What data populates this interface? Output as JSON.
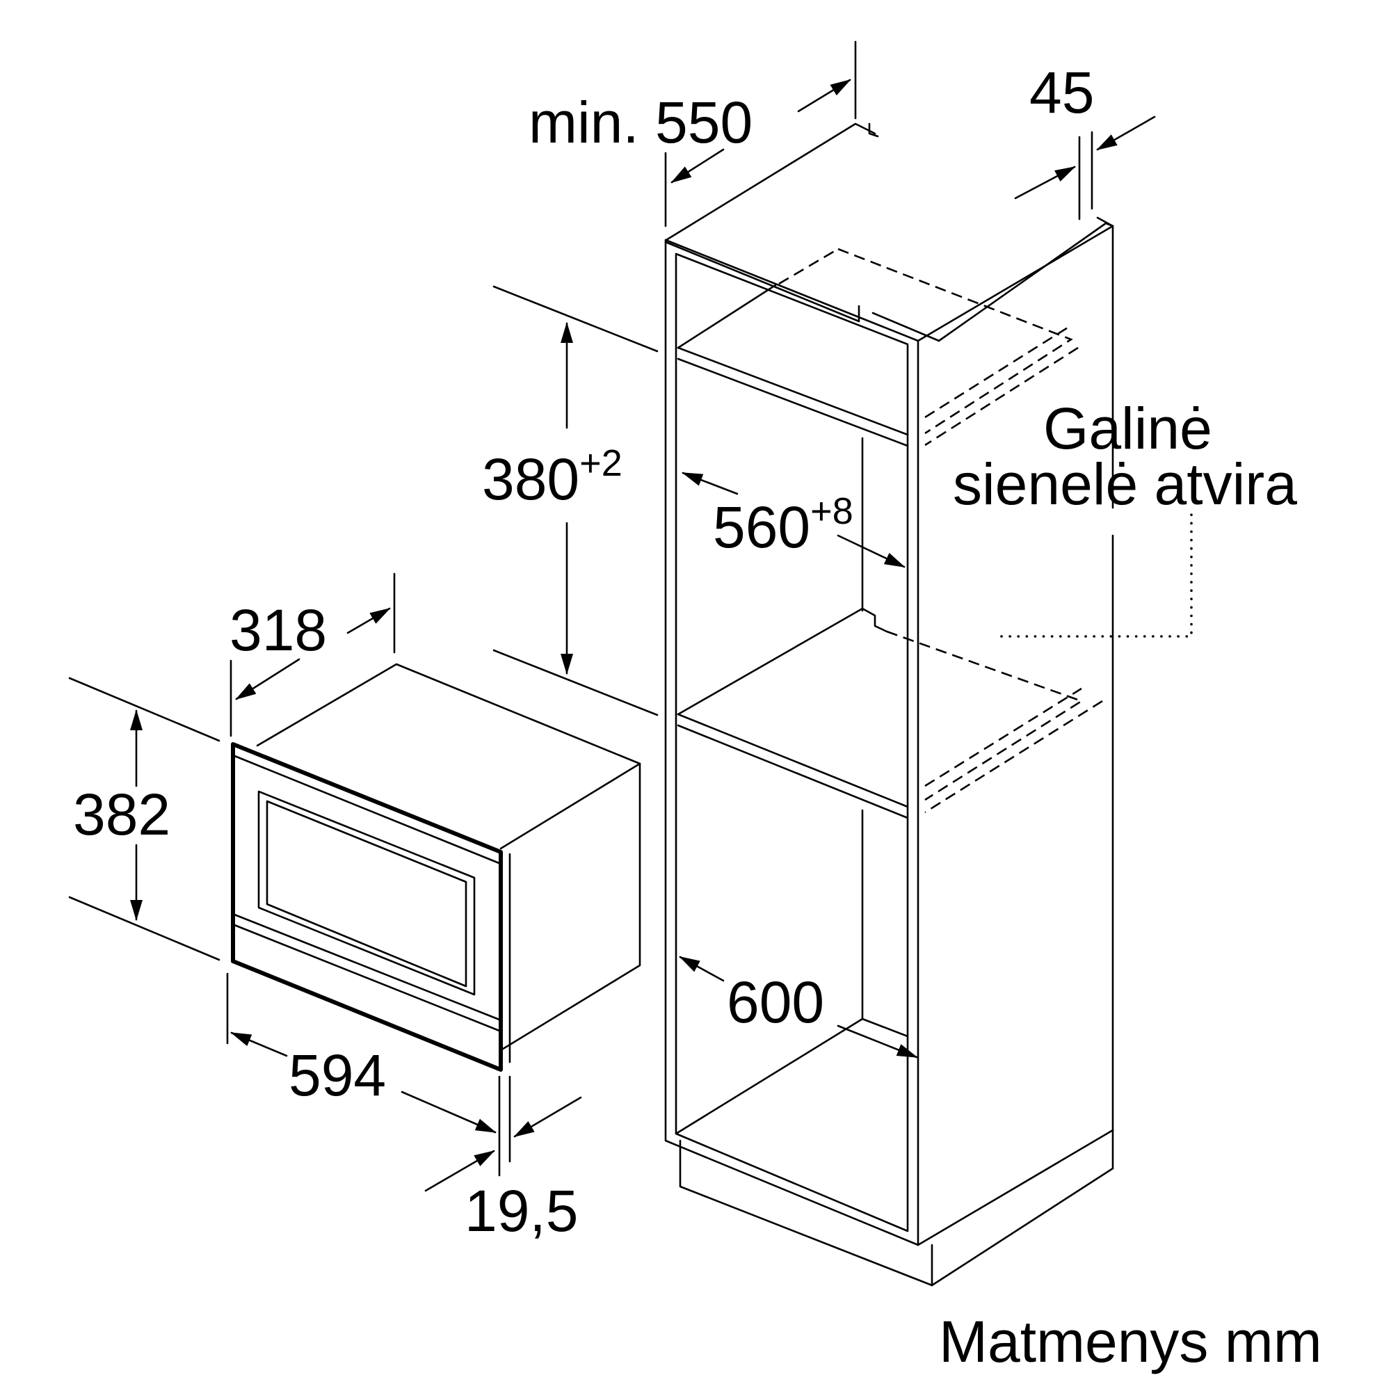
{
  "dimensions": {
    "depth_min": "min. 550",
    "rear_gap": "45",
    "niche_height": "380",
    "niche_height_tol": "+2",
    "niche_width": "560",
    "niche_width_tol": "+8",
    "cabinet_width": "600",
    "device_depth": "318",
    "device_height": "382",
    "device_width": "594",
    "panel_thickness": "19,5"
  },
  "labels": {
    "rear_wall_line1": "Galinė",
    "rear_wall_line2": "sienelė atvira",
    "units": "Matmenys mm"
  }
}
